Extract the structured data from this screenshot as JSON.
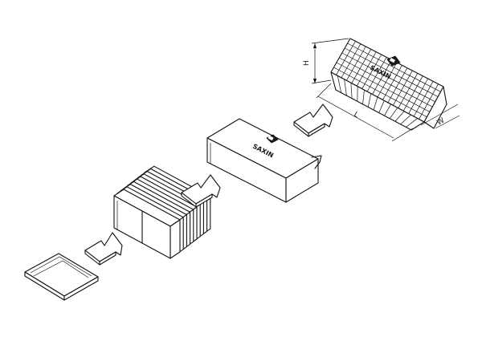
{
  "logo_text": "SAXIN",
  "dimensions": {
    "height": "H",
    "length": "L",
    "width": "W"
  },
  "icons": {
    "arrows": "hollow-block-arrow",
    "product_mark": "diamond-logo-icon"
  },
  "colors": {
    "line": "#111111",
    "background": "#ffffff"
  }
}
